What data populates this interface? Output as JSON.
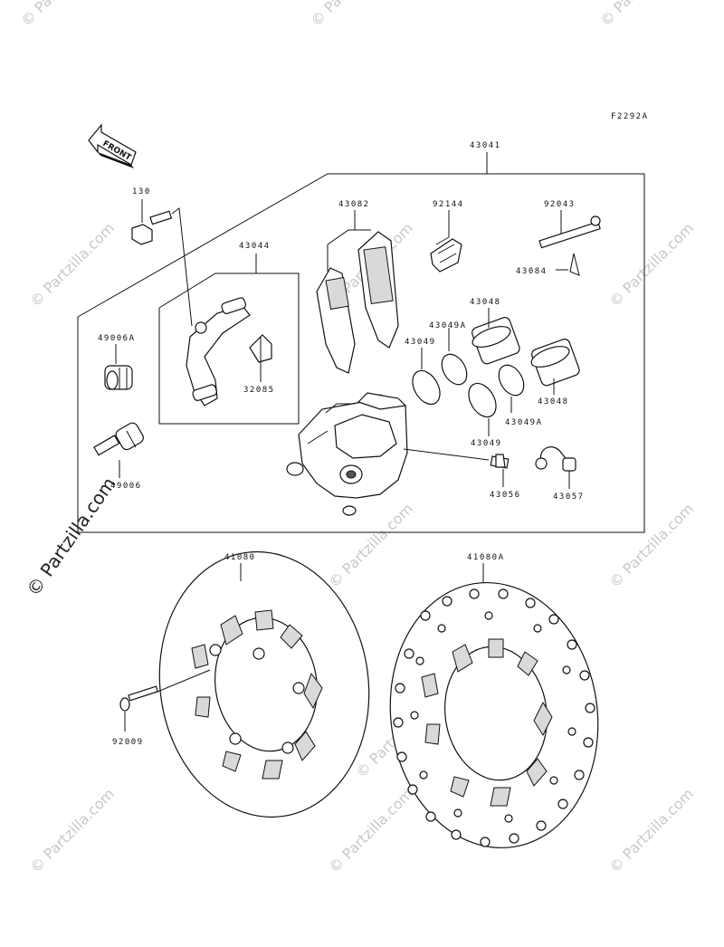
{
  "diagram": {
    "ref_code": "F2292A",
    "front_label": "FRONT",
    "watermark": "© Partzilla.com",
    "watermark_main": "© Partzilla.com",
    "parts": {
      "p43041": "43041",
      "p130": "130",
      "p43082": "43082",
      "p92144": "92144",
      "p92043": "92043",
      "p43084": "43084",
      "p43044": "43044",
      "p49006A": "49006A",
      "p32085": "32085",
      "p43048a": "43048",
      "p43049Aa": "43049A",
      "p43049a": "43049",
      "p43048b": "43048",
      "p43049Ab": "43049A",
      "p43049b": "43049",
      "p49006": "49006",
      "p43056": "43056",
      "p43057": "43057",
      "p41080": "41080",
      "p41080A": "41080A",
      "p92009": "92009"
    }
  }
}
